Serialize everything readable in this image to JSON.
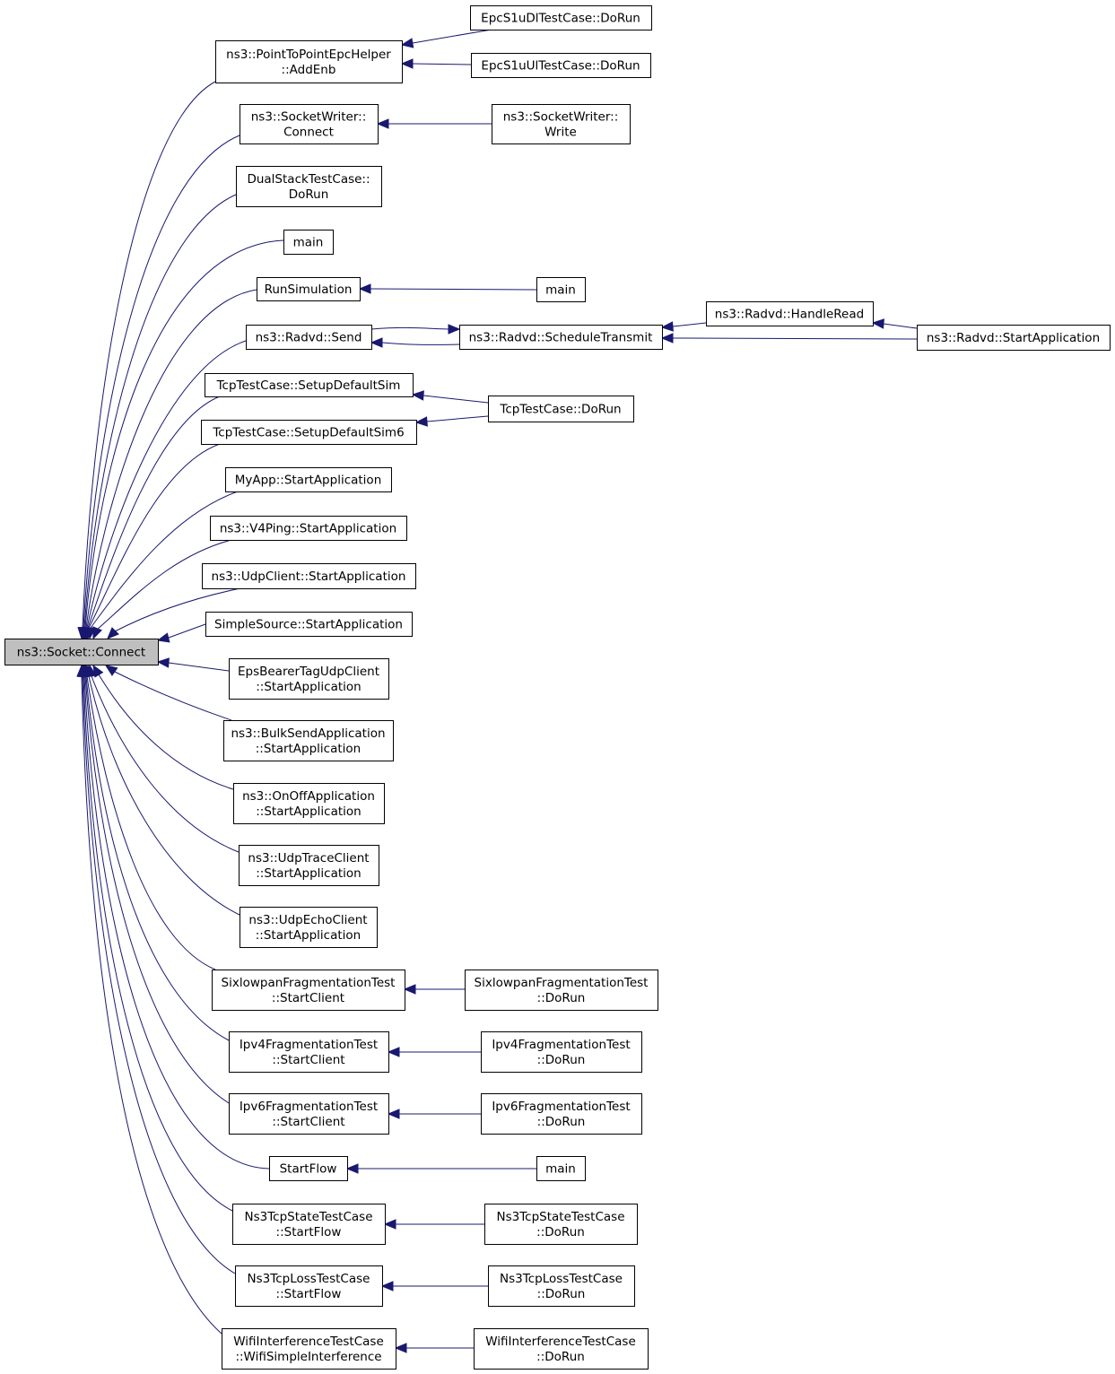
{
  "root": {
    "id": "root",
    "lines": [
      "ns3::Socket::Connect"
    ]
  },
  "callers": [
    {
      "id": "c_addenb",
      "lines": [
        "ns3::PointToPointEpcHelper",
        "::AddEnb"
      ]
    },
    {
      "id": "c_sw_connect",
      "lines": [
        "ns3::SocketWriter::",
        "Connect"
      ]
    },
    {
      "id": "c_dualstack",
      "lines": [
        "DualStackTestCase::",
        "DoRun"
      ]
    },
    {
      "id": "c_main1",
      "lines": [
        "main"
      ]
    },
    {
      "id": "c_runsim",
      "lines": [
        "RunSimulation"
      ]
    },
    {
      "id": "c_radvd_send",
      "lines": [
        "ns3::Radvd::Send"
      ]
    },
    {
      "id": "c_tcp_setup",
      "lines": [
        "TcpTestCase::SetupDefaultSim"
      ]
    },
    {
      "id": "c_tcp_setup6",
      "lines": [
        "TcpTestCase::SetupDefaultSim6"
      ]
    },
    {
      "id": "c_myapp",
      "lines": [
        "MyApp::StartApplication"
      ]
    },
    {
      "id": "c_v4ping",
      "lines": [
        "ns3::V4Ping::StartApplication"
      ]
    },
    {
      "id": "c_udpclient",
      "lines": [
        "ns3::UdpClient::StartApplication"
      ]
    },
    {
      "id": "c_simplesource",
      "lines": [
        "SimpleSource::StartApplication"
      ]
    },
    {
      "id": "c_epsbearer",
      "lines": [
        "EpsBearerTagUdpClient",
        "::StartApplication"
      ]
    },
    {
      "id": "c_bulksend",
      "lines": [
        "ns3::BulkSendApplication",
        "::StartApplication"
      ]
    },
    {
      "id": "c_onoff",
      "lines": [
        "ns3::OnOffApplication",
        "::StartApplication"
      ]
    },
    {
      "id": "c_udptrace",
      "lines": [
        "ns3::UdpTraceClient",
        "::StartApplication"
      ]
    },
    {
      "id": "c_udpecho",
      "lines": [
        "ns3::UdpEchoClient",
        "::StartApplication"
      ]
    },
    {
      "id": "c_sixlowpan",
      "lines": [
        "SixlowpanFragmentationTest",
        "::StartClient"
      ]
    },
    {
      "id": "c_ipv4frag",
      "lines": [
        "Ipv4FragmentationTest",
        "::StartClient"
      ]
    },
    {
      "id": "c_ipv6frag",
      "lines": [
        "Ipv6FragmentationTest",
        "::StartClient"
      ]
    },
    {
      "id": "c_startflow",
      "lines": [
        "StartFlow"
      ]
    },
    {
      "id": "c_tcpstate",
      "lines": [
        "Ns3TcpStateTestCase",
        "::StartFlow"
      ]
    },
    {
      "id": "c_tcploss",
      "lines": [
        "Ns3TcpLossTestCase",
        "::StartFlow"
      ]
    },
    {
      "id": "c_wifiint",
      "lines": [
        "WifiInterferenceTestCase",
        "::WifiSimpleInterference"
      ]
    }
  ],
  "second_level": [
    {
      "id": "s_epc_dl",
      "lines": [
        "EpcS1uDlTestCase::DoRun"
      ]
    },
    {
      "id": "s_epc_ul",
      "lines": [
        "EpcS1uUlTestCase::DoRun"
      ]
    },
    {
      "id": "s_sw_write",
      "lines": [
        "ns3::SocketWriter::",
        "Write"
      ]
    },
    {
      "id": "s_main2",
      "lines": [
        "main"
      ]
    },
    {
      "id": "s_radvd_sched",
      "lines": [
        "ns3::Radvd::ScheduleTransmit"
      ]
    },
    {
      "id": "s_tcp_dorun",
      "lines": [
        "TcpTestCase::DoRun"
      ]
    },
    {
      "id": "s_sixlowpan_dorun",
      "lines": [
        "SixlowpanFragmentationTest",
        "::DoRun"
      ]
    },
    {
      "id": "s_ipv4_dorun",
      "lines": [
        "Ipv4FragmentationTest",
        "::DoRun"
      ]
    },
    {
      "id": "s_ipv6_dorun",
      "lines": [
        "Ipv6FragmentationTest",
        "::DoRun"
      ]
    },
    {
      "id": "s_main3",
      "lines": [
        "main"
      ]
    },
    {
      "id": "s_tcpstate_dorun",
      "lines": [
        "Ns3TcpStateTestCase",
        "::DoRun"
      ]
    },
    {
      "id": "s_tcploss_dorun",
      "lines": [
        "Ns3TcpLossTestCase",
        "::DoRun"
      ]
    },
    {
      "id": "s_wifi_dorun",
      "lines": [
        "WifiInterferenceTestCase",
        "::DoRun"
      ]
    }
  ],
  "third_level": [
    {
      "id": "t_radvd_handleread",
      "lines": [
        "ns3::Radvd::HandleRead"
      ]
    },
    {
      "id": "t_radvd_startapp",
      "lines": [
        "ns3::Radvd::StartApplication"
      ]
    }
  ],
  "edges": [
    {
      "from": "c_addenb",
      "to": "root"
    },
    {
      "from": "c_sw_connect",
      "to": "root"
    },
    {
      "from": "c_dualstack",
      "to": "root"
    },
    {
      "from": "c_main1",
      "to": "root"
    },
    {
      "from": "c_runsim",
      "to": "root"
    },
    {
      "from": "c_radvd_send",
      "to": "root"
    },
    {
      "from": "c_tcp_setup",
      "to": "root"
    },
    {
      "from": "c_tcp_setup6",
      "to": "root"
    },
    {
      "from": "c_myapp",
      "to": "root"
    },
    {
      "from": "c_v4ping",
      "to": "root"
    },
    {
      "from": "c_udpclient",
      "to": "root"
    },
    {
      "from": "c_simplesource",
      "to": "root"
    },
    {
      "from": "c_epsbearer",
      "to": "root"
    },
    {
      "from": "c_bulksend",
      "to": "root"
    },
    {
      "from": "c_onoff",
      "to": "root"
    },
    {
      "from": "c_udptrace",
      "to": "root"
    },
    {
      "from": "c_udpecho",
      "to": "root"
    },
    {
      "from": "c_sixlowpan",
      "to": "root"
    },
    {
      "from": "c_ipv4frag",
      "to": "root"
    },
    {
      "from": "c_ipv6frag",
      "to": "root"
    },
    {
      "from": "c_startflow",
      "to": "root"
    },
    {
      "from": "c_tcpstate",
      "to": "root"
    },
    {
      "from": "c_tcploss",
      "to": "root"
    },
    {
      "from": "c_wifiint",
      "to": "root"
    },
    {
      "from": "s_epc_dl",
      "to": "c_addenb"
    },
    {
      "from": "s_epc_ul",
      "to": "c_addenb"
    },
    {
      "from": "s_sw_write",
      "to": "c_sw_connect"
    },
    {
      "from": "s_main2",
      "to": "c_runsim"
    },
    {
      "from": "s_radvd_sched",
      "to": "c_radvd_send"
    },
    {
      "from": "c_radvd_send",
      "to": "s_radvd_sched"
    },
    {
      "from": "s_tcp_dorun",
      "to": "c_tcp_setup"
    },
    {
      "from": "s_tcp_dorun",
      "to": "c_tcp_setup6"
    },
    {
      "from": "s_sixlowpan_dorun",
      "to": "c_sixlowpan"
    },
    {
      "from": "s_ipv4_dorun",
      "to": "c_ipv4frag"
    },
    {
      "from": "s_ipv6_dorun",
      "to": "c_ipv6frag"
    },
    {
      "from": "s_main3",
      "to": "c_startflow"
    },
    {
      "from": "s_tcpstate_dorun",
      "to": "c_tcpstate"
    },
    {
      "from": "s_tcploss_dorun",
      "to": "c_tcploss"
    },
    {
      "from": "s_wifi_dorun",
      "to": "c_wifiint"
    },
    {
      "from": "t_radvd_handleread",
      "to": "s_radvd_sched"
    },
    {
      "from": "t_radvd_startapp",
      "to": "s_radvd_sched"
    },
    {
      "from": "t_radvd_startapp",
      "to": "t_radvd_handleread"
    }
  ],
  "colors": {
    "edge": "#191970",
    "root_fill": "#bfbfbf",
    "node_fill": "#ffffff",
    "node_border": "#000000"
  }
}
